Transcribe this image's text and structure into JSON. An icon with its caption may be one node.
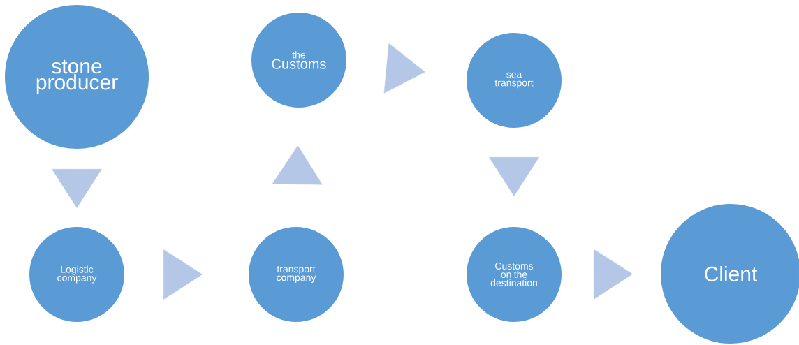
{
  "diagram": {
    "nodes": [
      {
        "text": [
          "stone producer"
        ]
      },
      {
        "text": [
          "the",
          "Customs"
        ]
      },
      {
        "text": [
          "sea transport"
        ]
      },
      {
        "text": [
          "Logistic company"
        ]
      },
      {
        "text": [
          "transport company"
        ]
      },
      {
        "text": [
          "Customs on the destination"
        ]
      },
      {
        "text": [
          "Client"
        ]
      }
    ],
    "edges": [
      {
        "from": 0,
        "to": 3,
        "arrow": "to"
      },
      {
        "from": 3,
        "to": 4,
        "arrow": "to"
      },
      {
        "from": 4,
        "to": 1,
        "arrow": "to"
      },
      {
        "from": 1,
        "to": 2,
        "arrow": "to"
      },
      {
        "from": 2,
        "to": 5,
        "arrow": "to"
      },
      {
        "from": 5,
        "to": 6,
        "arrow": "to"
      }
    ]
  }
}
